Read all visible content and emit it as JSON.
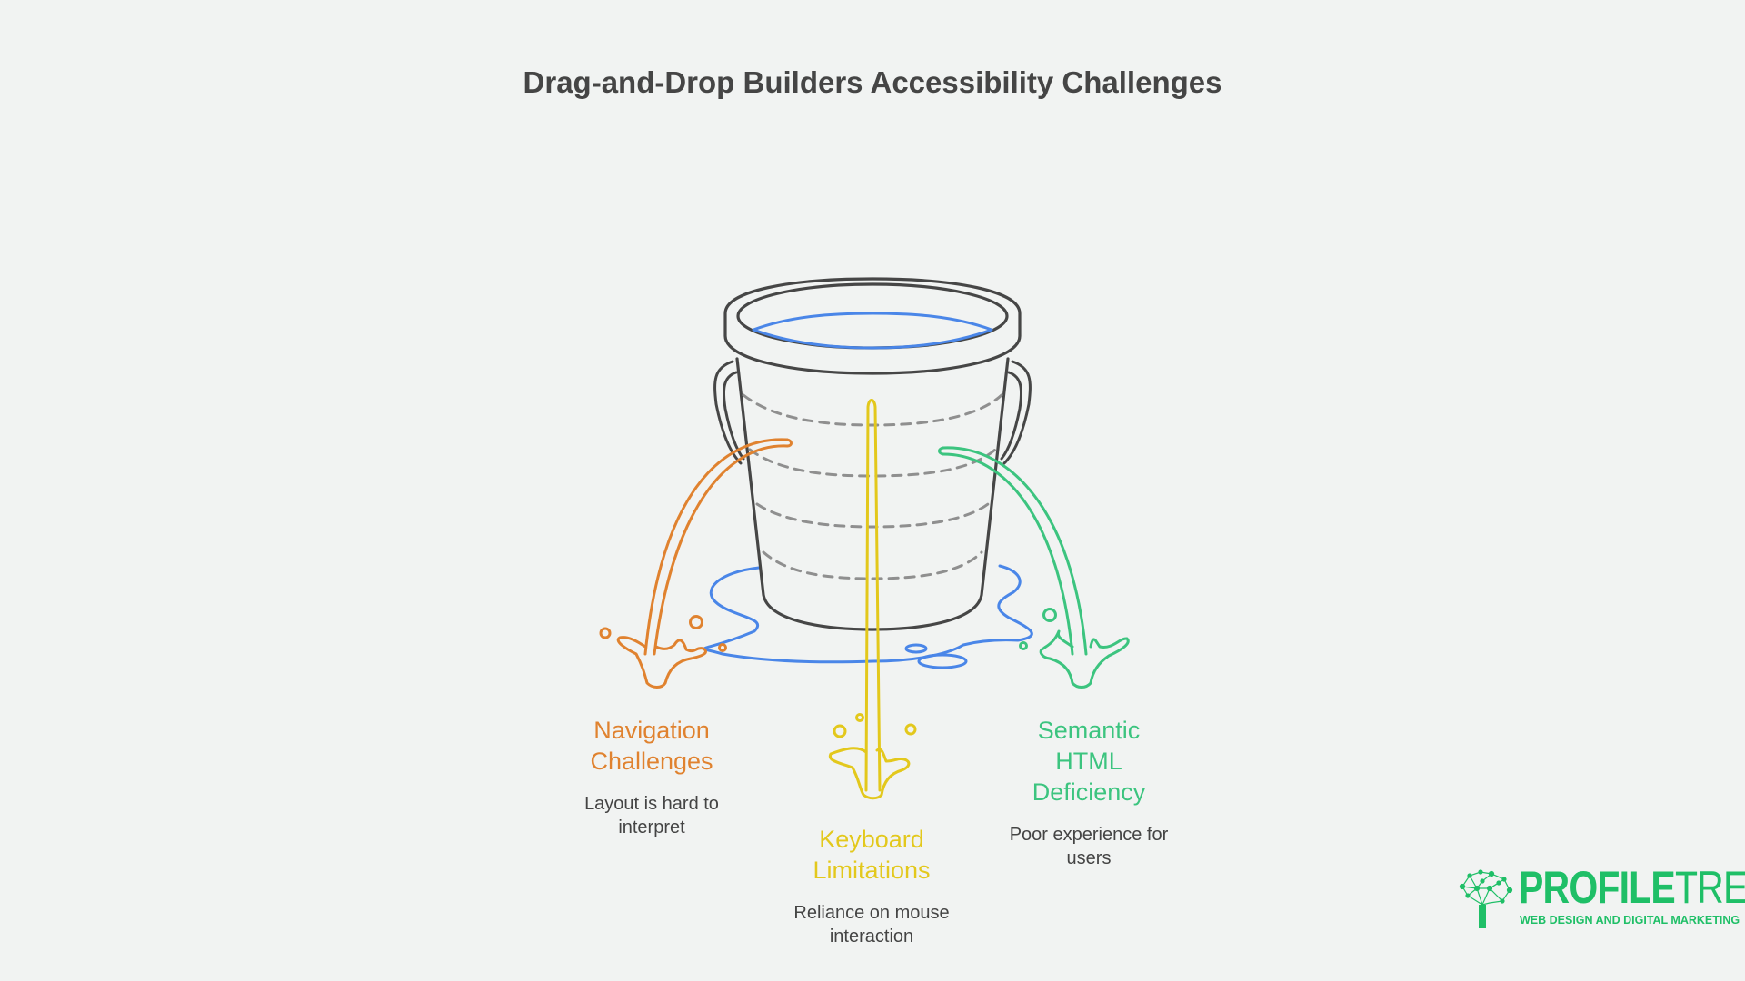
{
  "title": "Drag-and-Drop Builders Accessibility Challenges",
  "colors": {
    "bucket": "#464646",
    "water": "#4a86e8",
    "navigation": "#e0822f",
    "keyboard": "#e3c81c",
    "semantic": "#3cc47f",
    "logo": "#1fbf67"
  },
  "items": [
    {
      "title": "Navigation Challenges",
      "title_lines": [
        "Navigation",
        "Challenges"
      ],
      "description": "Layout is hard to interpret"
    },
    {
      "title": "Keyboard Limitations",
      "title_lines": [
        "Keyboard",
        "Limitations"
      ],
      "description": "Reliance on mouse interaction"
    },
    {
      "title": "Semantic HTML Deficiency",
      "title_lines": [
        "Semantic",
        "HTML",
        "Deficiency"
      ],
      "description": "Poor experience for users"
    }
  ],
  "logo": {
    "brand_bold": "PROFILE",
    "brand_thin": "TREE",
    "tagline": "WEB DESIGN AND DIGITAL MARKETING"
  }
}
